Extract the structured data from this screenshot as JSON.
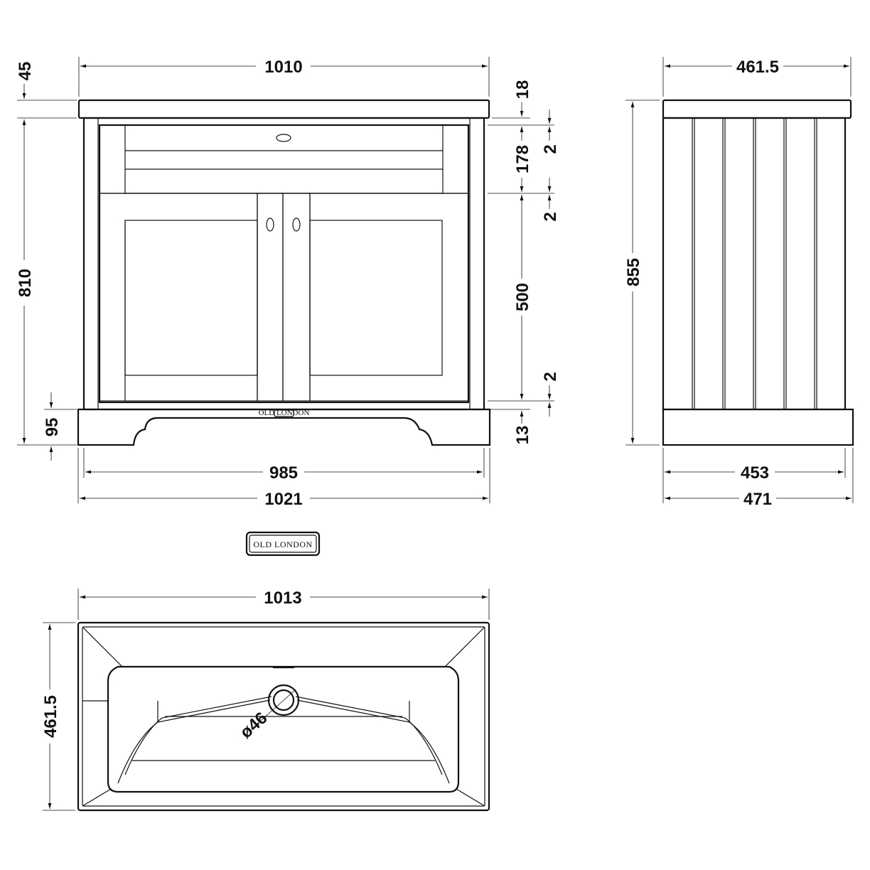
{
  "front_view": {
    "width_top": "1010",
    "top_height": "45",
    "cabinet_height": "810",
    "plinth_height": "95",
    "inner_width": "985",
    "overall_width": "1021",
    "right_dims": [
      "18",
      "178",
      "500",
      "13"
    ],
    "gaps": [
      "2",
      "2",
      "2"
    ]
  },
  "side_view": {
    "top_depth": "461.5",
    "overall_height": "855",
    "inner_depth": "453",
    "overall_depth": "471"
  },
  "logo": {
    "text": "OLD LONDON"
  },
  "plinth_badge": {
    "text": "OLD LONDON"
  },
  "basin_plan": {
    "width": "1013",
    "depth": "461.5",
    "waste_diameter": "ø46"
  }
}
